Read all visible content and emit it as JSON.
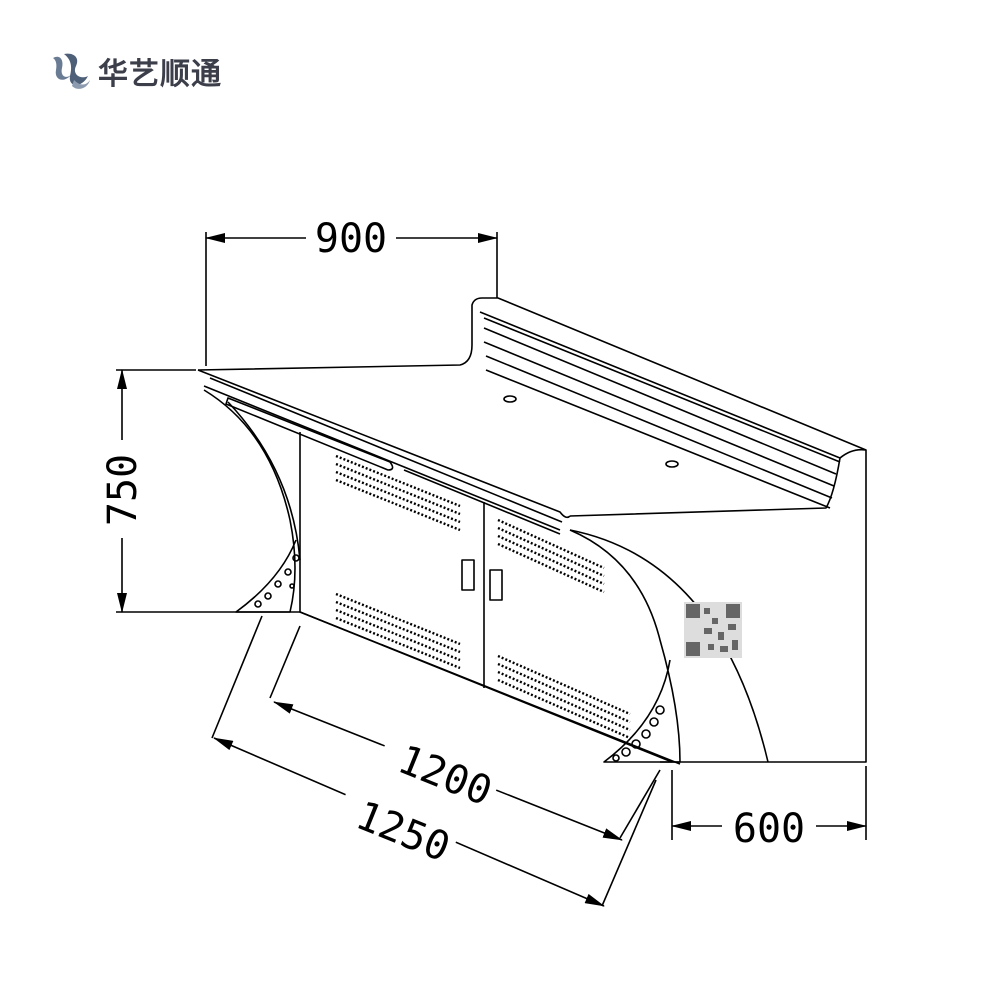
{
  "header": {
    "brand_name": "华艺顺通",
    "logo_icon": "hs-logo-icon"
  },
  "colors": {
    "logo": "#5a6b82",
    "brand_text": "#3c3f4a",
    "line": "#000000"
  },
  "dimensions": {
    "width_top": "900",
    "height": "750",
    "length_inner": "1200",
    "length_outer": "1250",
    "depth": "600"
  },
  "drawing": {
    "qr_icon": "qr-code-icon"
  }
}
